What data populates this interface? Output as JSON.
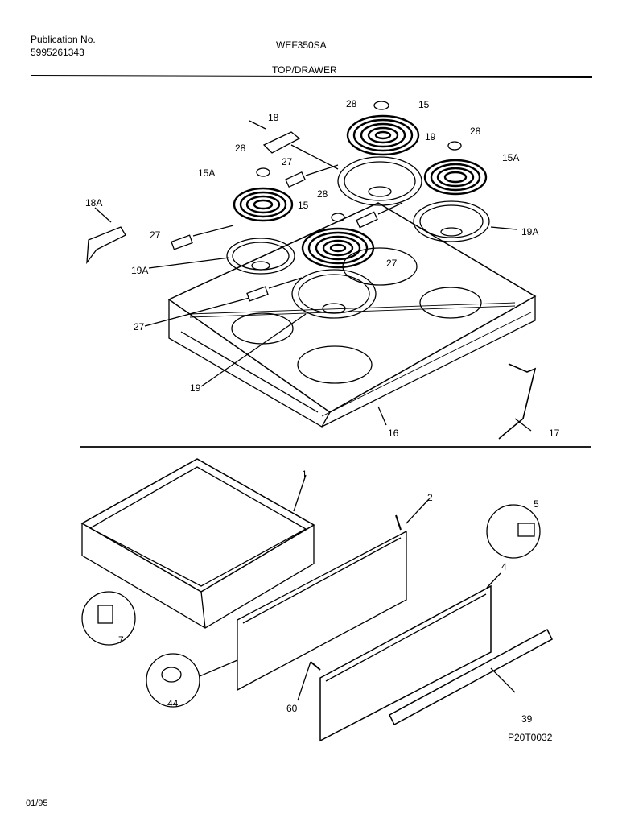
{
  "header": {
    "publication_label": "Publication No.",
    "publication_number": "5995261343",
    "model": "WEF350SA",
    "section_title": "TOP/DRAWER"
  },
  "parts": {
    "p28a": "28",
    "p15a": "15",
    "p18": "18",
    "p19a": "19",
    "p28b": "28",
    "p28c": "28",
    "p27a": "27",
    "p15A_left": "15A",
    "p15A_right": "15A",
    "p18A": "18A",
    "p28d": "28",
    "p15b": "15",
    "p27b": "27",
    "p19A_right": "19A",
    "p27c": "27",
    "p19A_left": "19A",
    "p27d": "27",
    "p19b": "19",
    "p16": "16",
    "p17": "17",
    "p1": "1",
    "p2": "2",
    "p5": "5",
    "p4": "4",
    "p7": "7",
    "p44": "44",
    "p60": "60",
    "p39": "39"
  },
  "figure_code": "P20T0032",
  "footer": {
    "date_code": "01/95"
  }
}
